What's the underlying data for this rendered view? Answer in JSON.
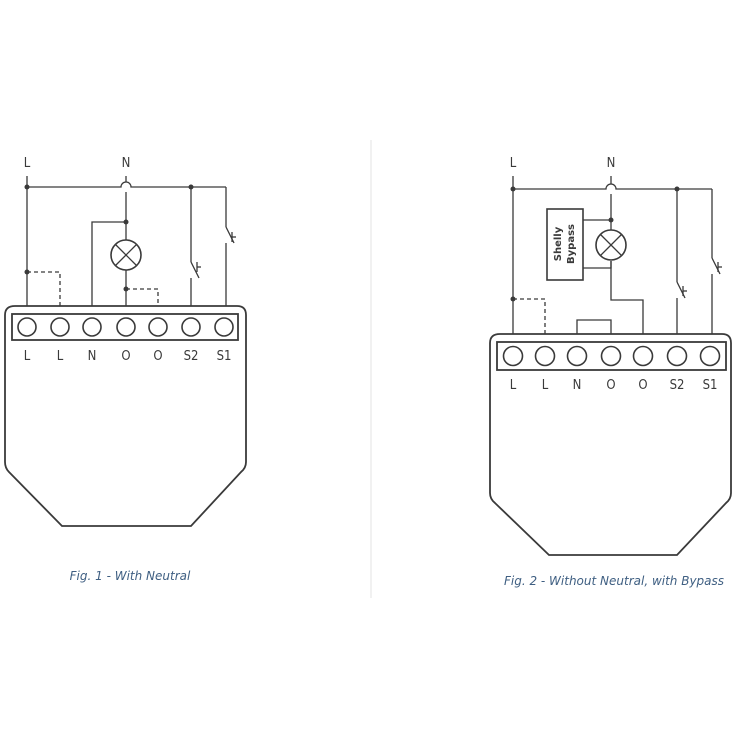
{
  "figures": [
    {
      "caption": "Fig. 1 - With Neutral",
      "supply_labels": [
        "L",
        "N"
      ],
      "terminal_labels": [
        "L",
        "L",
        "N",
        "O",
        "O",
        "S2",
        "S1"
      ]
    },
    {
      "caption": "Fig. 2 - Without Neutral, with Bypass",
      "supply_labels": [
        "L",
        "N"
      ],
      "terminal_labels": [
        "L",
        "L",
        "N",
        "O",
        "O",
        "S2",
        "S1"
      ],
      "bypass_label": [
        "Shelly",
        "Bypass"
      ]
    }
  ],
  "colors": {
    "line": "#3a3a3a",
    "caption": "#3f5f82",
    "divider": "#e3e3e3"
  },
  "icons": [
    "lamp-icon",
    "switch-icon",
    "bypass-module-icon",
    "terminal-icon"
  ]
}
